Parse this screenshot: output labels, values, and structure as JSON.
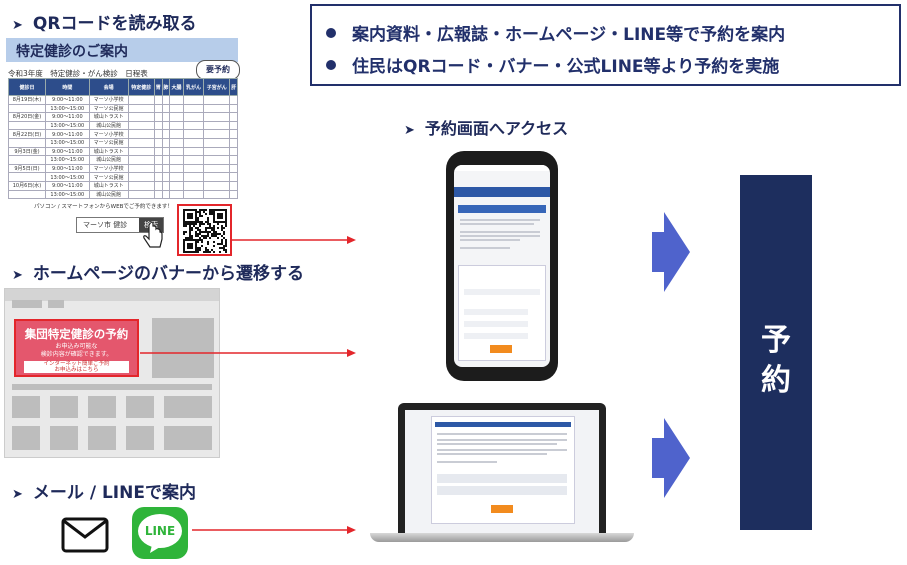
{
  "notice": {
    "line1": "案内資料・広報誌・ホームページ・LINE等で予約を案内",
    "line2": "住民はQRコード・バナー・公式LINE等より予約を実施"
  },
  "headings": {
    "qr": "QRコードを読み取る",
    "banner": "ホームページのバナーから遷移する",
    "mail": "メール / LINEで案内",
    "access": "予約画面へアクセス"
  },
  "schedule": {
    "title": "特定健診のご案内",
    "subtitle": "令和3年度　特定健診・がん検診　日程表",
    "badge": "要予約",
    "columns": [
      "健診日",
      "時間",
      "会場",
      "特定健診",
      "胃",
      "肺",
      "大腸",
      "乳がん",
      "子宮がん",
      "肝"
    ],
    "rows": [
      [
        "8月19日(木)",
        "9:00〜11:00",
        "マーソ小学校"
      ],
      [
        "",
        "13:00〜15:00",
        "マーソ公民館"
      ],
      [
        "8月20日(金)",
        "9:00〜11:00",
        "城山トラスト"
      ],
      [
        "",
        "13:00〜15:00",
        "城山公民館"
      ],
      [
        "8月22日(日)",
        "9:00〜11:00",
        "マーソ小学校"
      ],
      [
        "",
        "13:00〜15:00",
        "マーソ公民館"
      ],
      [
        "9月3日(金)",
        "9:00〜11:00",
        "城山トラスト"
      ],
      [
        "",
        "13:00〜15:00",
        "城山公民館"
      ],
      [
        "9月5日(日)",
        "9:00〜11:00",
        "マーソ小学校"
      ],
      [
        "",
        "13:00〜15:00",
        "マーソ公民館"
      ],
      [
        "10月6日(水)",
        "9:00〜11:00",
        "城山トラスト"
      ],
      [
        "",
        "13:00〜15:00",
        "城山公民館"
      ]
    ],
    "footer": "パソコン / スマートフォンからWEBでご予約できます！",
    "search_query": "マーソ市 健診",
    "search_button": "検索"
  },
  "banner": {
    "title": "集団特定健診の予約",
    "sub1": "お申込み可能な",
    "sub2": "検診内容が確認できます。",
    "button1": "インターネット簡単ご予約",
    "button2": "お申込みはこちら"
  },
  "line_icon_label": "LINE",
  "reserve": {
    "char1": "予",
    "char2": "約"
  },
  "colors": {
    "navy": "#1d2e5e",
    "red_arrow": "#e3262b",
    "chevron_blue": "#4f63cc",
    "banner_pink": "#e4576d",
    "line_green": "#2fb43a"
  }
}
